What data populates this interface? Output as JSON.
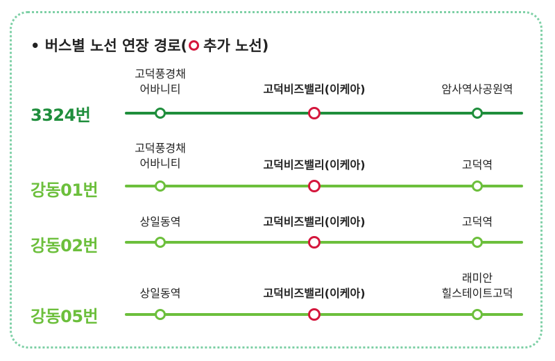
{
  "heading": {
    "prefix": "• 버스별 노선 연장 경로(",
    "suffix": "추가 노선)"
  },
  "colors": {
    "dark_green": "#1f8e3c",
    "light_green": "#6cbf3c",
    "new_stop": "#d4163c"
  },
  "routes": [
    {
      "name": "3324번",
      "start_line1": "고덕풍경채",
      "start_line2": "어바니티",
      "middle": "고덕비즈밸리(이케아)",
      "end_line1": "",
      "end_line2": "암사역사공원역"
    },
    {
      "name": "강동01번",
      "start_line1": "고덕풍경채",
      "start_line2": "어바니티",
      "middle": "고덕비즈밸리(이케아)",
      "end_line1": "",
      "end_line2": "고덕역"
    },
    {
      "name": "강동02번",
      "start_line1": "",
      "start_line2": "상일동역",
      "middle": "고덕비즈밸리(이케아)",
      "end_line1": "",
      "end_line2": "고덕역"
    },
    {
      "name": "강동05번",
      "start_line1": "",
      "start_line2": "상일동역",
      "middle": "고덕비즈밸리(이케아)",
      "end_line1": "래미안",
      "end_line2": "힐스테이트고덕"
    }
  ]
}
